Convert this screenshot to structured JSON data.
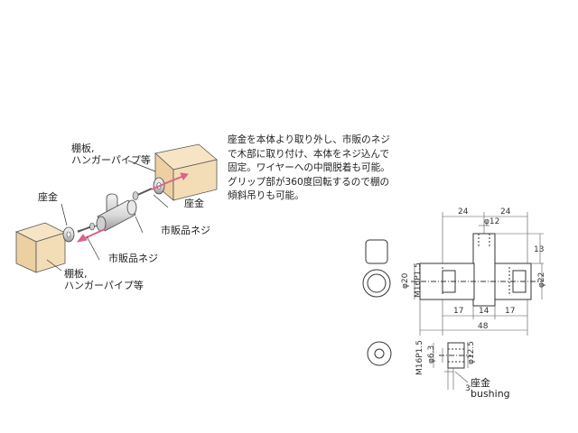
{
  "description": "座金を本体より取り外し、市販のネジ\nで木部に取り付け、本体をネジ込んで\n固定。ワイヤーへの中間脱着も可能。\nグリップ部が360度回転するので棚の\n傾斜吊りも可能。",
  "labels": {
    "shelf_top_1": "棚板,",
    "shelf_top_2": "ハンガーパイプ等",
    "washer_left": "座金",
    "washer_right": "座金",
    "screw_right": "市販品ネジ",
    "screw_bottom": "市販品ネジ",
    "shelf_bottom_1": "棚板,",
    "shelf_bottom_2": "ハンガーパイプ等"
  },
  "dimensions": {
    "top_left_24": "24",
    "top_right_24": "24",
    "phi12": "φ12",
    "d13": "13",
    "phi20": "φ20",
    "m16": "M16P1.5",
    "phi22": "φ22",
    "d17a": "17",
    "d14": "14",
    "d17b": "17",
    "d48": "48",
    "m16_b": "M16P1.5",
    "phi6_3": "φ6.3",
    "phi12_5": "φ12.5",
    "d3": "3"
  },
  "bushing": {
    "label_jp": "座金",
    "label_en": "bushing"
  },
  "colors": {
    "wood_face": "#f3ddb7",
    "wood_side": "#e8c99a",
    "arrow": "#e0608a",
    "line": "#333333"
  }
}
